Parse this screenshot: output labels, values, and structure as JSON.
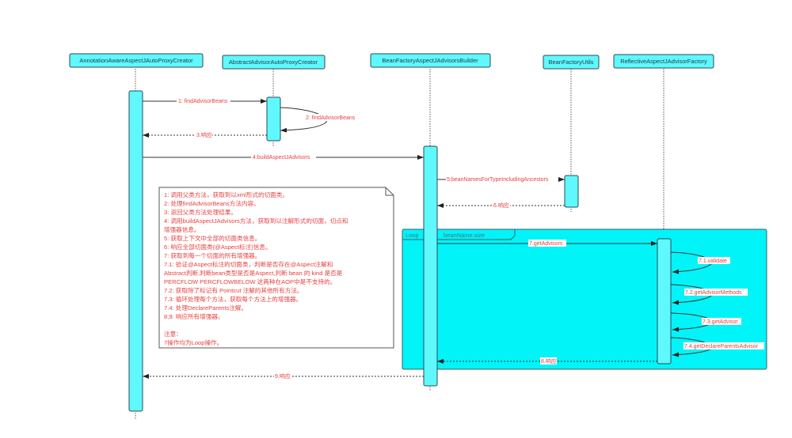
{
  "participants": [
    "AnnotationAwareAspectJAutoProxyCreator",
    "AbstractAdvisorAutoProxyCreator",
    "BeanFactoryAspectJAdvisorsBuilder",
    "BeanFactoryUtils",
    "ReflectiveAspectJAdvisorFactory"
  ],
  "messages": {
    "m1": "1: findAdvisorBeans",
    "m2": "2: findAdvisorBeans",
    "m3": "3.响应",
    "m4": "4:buildAspectJAdvisors",
    "m5": "5:beanNamesForTypeIncludingAncestors",
    "m6": "6.响应",
    "m7": "7.getAdvisors",
    "m71": "7.1.validate",
    "m72": "7.2.getAdvisorMethods",
    "m73": "7.3.getAdvisor",
    "m74": "7.4.getDeclareParentsAdvisor",
    "m8": "8.响应",
    "m9": "9.响应"
  },
  "loop": {
    "label": "Loop",
    "condition": "beanName.size"
  },
  "note": {
    "lines": [
      "1:    调用父类方法，获取到以xml形式的切面类。",
      "2:   处理findAdvisorBeans方法内容。",
      "3:   返回父类方法处理结果。",
      "4:   调用buildAspectJAdvisors方法，获取到以注解形式的切面，切点和",
      "增强器信息。",
      "5:   获取上下文中全部的切面类信息。",
      "6:   响应全部切面类(@Aspect标注)信息。",
      "7:   获取到每一个切面的所有增强器。",
      "7.1: 验证@Aspect标注的切面类，判断是否存在@Aspect注解和",
      "Abstract判断,判断bean类型是否是Aspect,判断 bean 的 kind 是否是",
      "PERCFLOW PERCFLOWBELOW  这两种在AOP中是不支持的。",
      "7.2: 获取除了标记有 Pointcut 注解的其他所有方法。",
      "7.3: 循环处理每个方法，获取每个方法上的增强器。",
      "7.4: 处理DeclareParents注解。",
      "8,9:   响应所有增强器。",
      "",
      "注意：",
      "7操作均为Loop操作。"
    ]
  },
  "colors": {
    "fill": "#5ff8fd",
    "label": "#e83e3e"
  }
}
